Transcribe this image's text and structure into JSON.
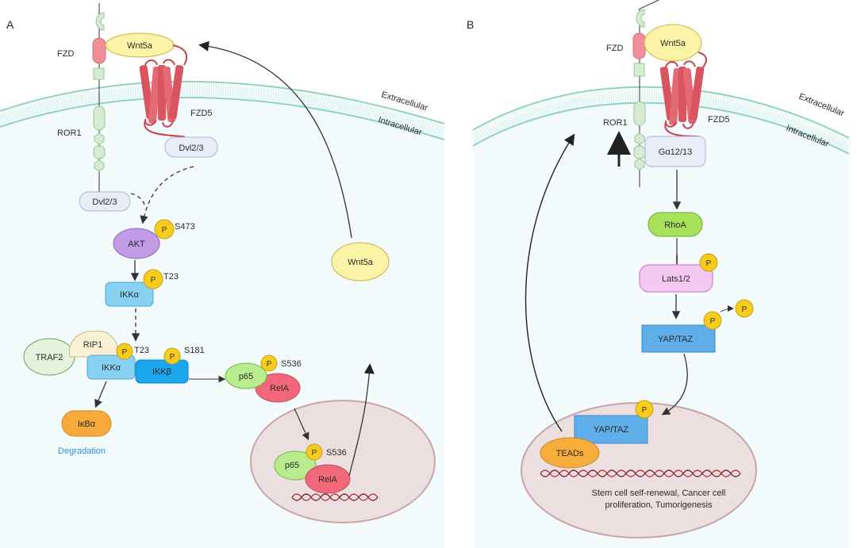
{
  "panels": [
    {
      "letter": "A",
      "membrane": {
        "outside": "Extracellular",
        "inside": "Intracellular"
      },
      "receptors": {
        "fzd": "FZD",
        "ror1": "ROR1",
        "fzd5": "FZD5",
        "ligand": "Wnt5a"
      },
      "nodes": {
        "dvl_fzd5": "Dvl2/3",
        "dvl_ror1": "Dvl2/3",
        "akt": "AKT",
        "akt_site": "S473",
        "ikka_top": "IKKα",
        "ikka_top_site": "T23",
        "traf2": "TRAF2",
        "rip1": "RIP1",
        "ikka": "IKKα",
        "ikka_site": "T23",
        "ikkb": "IKKβ",
        "ikkb_site": "S181",
        "ikba": "IκBα",
        "degradation": "Degradation",
        "p65": "p65",
        "p65_site": "S536",
        "rela": "RelA",
        "p65_nuc": "p65",
        "p65_nuc_site": "S536",
        "rela_nuc": "RelA",
        "wnt5a_secreted": "Wnt5a",
        "phospho": "P"
      }
    },
    {
      "letter": "B",
      "membrane": {
        "outside": "Extracellular",
        "inside": "Intracellular"
      },
      "receptors": {
        "fzd": "FZD",
        "ror1": "ROR1",
        "fzd5": "FZD5",
        "ligand": "Wnt5a"
      },
      "nodes": {
        "galpha": "Gα12/13",
        "rhoa": "RhoA",
        "lats": "Lats1/2",
        "yaptaz": "YAP/TAZ",
        "yaptaz_nuc": "YAP/TAZ",
        "teads": "TEADs",
        "outcome_line1": "Stem cell self-renewal, Cancer cell",
        "outcome_line2": "proliferation, Tumorigenesis",
        "phospho": "P"
      }
    }
  ],
  "colors": {
    "membrane": "#8fd3c0",
    "cytoplasm": "#f3fbfc",
    "nucleus_fill": "#ecdfe0",
    "nucleus_stroke": "#c9a4a8",
    "wnt5a": "#fbf3a6",
    "fzd5": "#d9545e",
    "ror1": "#d6ecd2",
    "fzd": "#f08f98",
    "dvl": "#e8edf8",
    "akt": "#c29be6",
    "ikka": "#87d1f2",
    "ikkb": "#1aa7ee",
    "phospho": "#f7cc1d",
    "ikba": "#f7a93b",
    "degradation": "#2b8fe6",
    "p65": "#b9ec8e",
    "rela": "#f2677a",
    "traf2": "#e3f3dc",
    "rip1": "#f8f1d4",
    "rhoa": "#a8e15a",
    "lats": "#f6c9f3",
    "yaptaz": "#5faeea",
    "teads": "#f7ad3b",
    "galpha": "#e8edf8"
  }
}
